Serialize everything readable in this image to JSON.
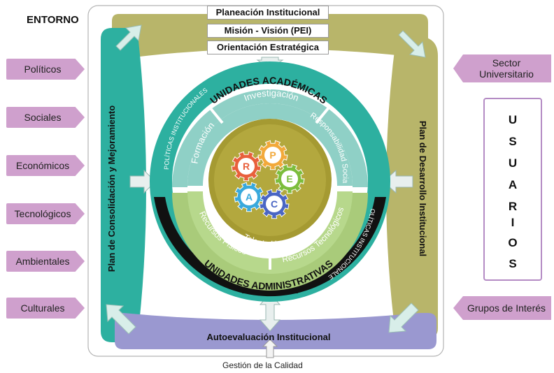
{
  "entorno": "ENTORNO",
  "left_factors": [
    "Políticos",
    "Sociales",
    "Económicos",
    "Tecnológicos",
    "Ambientales",
    "Culturales"
  ],
  "right_items": {
    "sector": "Sector Universitario",
    "grupos": "Grupos de Interés"
  },
  "usuarios": [
    "U",
    "S",
    "U",
    "A",
    "R",
    "I",
    "O",
    "S"
  ],
  "top_boxes": [
    "Planeación Institucional",
    "Misión  -  Visión (PEI)",
    "Orientación Estratégica"
  ],
  "left_band_label": "Plan de Consolidación y Mejoramiento",
  "right_band_label": "Plan de Desarrollo Institucional",
  "bottom_band_label": "Autoevaluación Institucional",
  "gestion": "Gestión de la Calidad",
  "circle": {
    "academicas": "UNIDADES ACADÉMICAS",
    "administrativas": "UNIDADES ADMINISTRATIVAS",
    "politicas_left": "POLÍTICAS INSTITUCIONALES",
    "politicas_right": "POLÍTICAS INSTITUCIONALES",
    "investigacion": "Investigación",
    "formacion": "Formación",
    "responsabilidad": "Responsabilidad Social",
    "recursos_fisicos": "Recursos Físicos",
    "recursos_tecnologicos": "Recursos Tecnológicos",
    "talento": "Talento Humano"
  },
  "gears": [
    {
      "letter": "R",
      "color": "#e8603c"
    },
    {
      "letter": "P",
      "color": "#f2a93b"
    },
    {
      "letter": "E",
      "color": "#7cbd3c"
    },
    {
      "letter": "A",
      "color": "#39a9dc"
    },
    {
      "letter": "C",
      "color": "#4a66c4"
    }
  ],
  "colors": {
    "olive": "#b8b56a",
    "teal": "#2db0a0",
    "lavender": "#9a98d0",
    "pink": "#cfa0cd",
    "light_green": "#a9cb7a"
  }
}
